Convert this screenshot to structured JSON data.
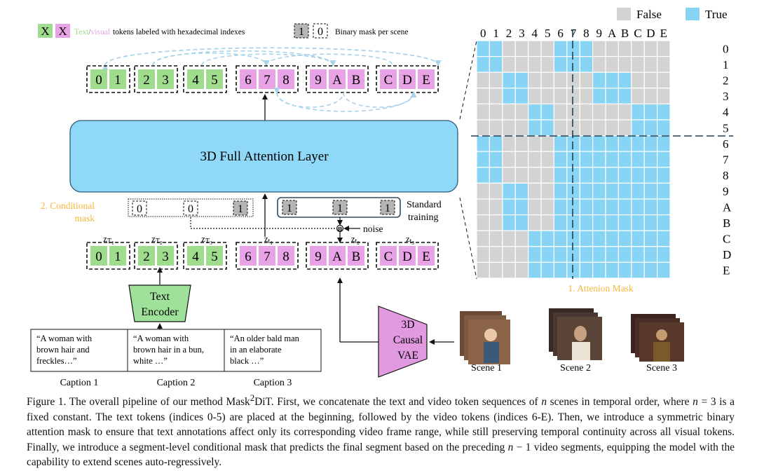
{
  "legend": {
    "text_token_sample": "X",
    "visual_token_sample": "X",
    "text_word": "Text",
    "slash": "/",
    "visual_word": "visual",
    "label_rest": "tokens labeled with hexadecimal indexes",
    "mask_sample_a": "1",
    "mask_sample_b": "0",
    "mask_label": "Binary mask per scene"
  },
  "tokens": {
    "groups": [
      {
        "labels": [
          "0",
          "1"
        ],
        "kind": "text"
      },
      {
        "labels": [
          "2",
          "3"
        ],
        "kind": "text"
      },
      {
        "labels": [
          "4",
          "5"
        ],
        "kind": "text"
      },
      {
        "labels": [
          "6",
          "7",
          "8"
        ],
        "kind": "visual"
      },
      {
        "labels": [
          "9",
          "A",
          "B"
        ],
        "kind": "visual"
      },
      {
        "labels": [
          "C",
          "D",
          "E"
        ],
        "kind": "visual"
      }
    ],
    "z_labels": [
      {
        "base": "z",
        "sub": "T",
        "subsub": "1"
      },
      {
        "base": "z",
        "sub": "T",
        "subsub": "2"
      },
      {
        "base": "z",
        "sub": "T",
        "subsub": "3"
      },
      {
        "base": "z",
        "sub": "t",
        "subsub": "1"
      },
      {
        "base": "z",
        "sub": "t",
        "subsub": "2"
      },
      {
        "base": "z",
        "sub": "t",
        "subsub": "3"
      }
    ]
  },
  "attention_layer": {
    "label": "3D Full Attention Layer"
  },
  "conditional_mask": {
    "label_line1": "2. Conditional",
    "label_line2": "mask",
    "bits": [
      "0",
      "0",
      "1"
    ]
  },
  "standard_training": {
    "label_line1": "Standard",
    "label_line2": "training",
    "bits": [
      "1",
      "1",
      "1"
    ]
  },
  "noise": {
    "label": "noise",
    "symbol": "⊗"
  },
  "text_encoder": {
    "line1": "Text",
    "line2": "Encoder"
  },
  "vae": {
    "line1": "3D",
    "line2": "Causal",
    "line3": "VAE"
  },
  "captions": [
    {
      "lines": [
        "“A woman with",
        "brown hair and",
        "freckles…”"
      ],
      "label": "Caption 1"
    },
    {
      "lines": [
        "“A woman with",
        "brown hair in a bun,",
        "white …”"
      ],
      "label": "Caption 2"
    },
    {
      "lines": [
        "“An older bald man",
        "in an elaborate",
        "black …”"
      ],
      "label": "Caption 3"
    }
  ],
  "scenes": [
    "Scene 1",
    "Scene 2",
    "Scene 3"
  ],
  "matrix": {
    "title": "1. Attenion Mask",
    "legend_false": "False",
    "legend_true": "True",
    "col_labels": [
      "0",
      "1",
      "2",
      "3",
      "4",
      "5",
      "6",
      "7",
      "8",
      "9",
      "A",
      "B",
      "C",
      "D",
      "E"
    ],
    "row_labels": [
      "0",
      "1",
      "2",
      "3",
      "4",
      "5",
      "6",
      "7",
      "8",
      "9",
      "A",
      "B",
      "C",
      "D",
      "E"
    ],
    "true_color": "#87d4f5",
    "false_color": "#d3d3d3",
    "cells": [
      "110000111000000",
      "110000111000000",
      "001100000111000",
      "001100000111000",
      "000011000000111",
      "000011000000111",
      "110000111111111",
      "110000111111111",
      "110000111111111",
      "001100111111111",
      "001100111111111",
      "001100111111111",
      "000011111111111",
      "000011111111111",
      "000011111111111"
    ]
  },
  "colors": {
    "text_token": "#9fdc8e",
    "visual_token": "#e8a3e6",
    "attention_fill": "#8fd8f8",
    "encoder_fill": "#9fe09a",
    "vae_fill": "#e19ae0",
    "orange": "#f6b73c",
    "arc": "#a9d3ea"
  },
  "figure_caption": {
    "prefix": "Figure 1. The overall pipeline of our method Mask",
    "sup": "2",
    "after_sup": "DiT. First, we concatenate the text and video token sequences of ",
    "n1": "n",
    "part2": " scenes in temporal order, where ",
    "n2": "n",
    "part3": " = 3 is a fixed constant.  The text tokens (indices 0-5) are placed at the beginning, followed by the video tokens (indices 6-E). Then, we introduce a symmetric binary attention mask to ensure that text annotations affect only its corresponding video frame range, while still preserving temporal continuity across all visual tokens. Finally, we introduce a segment-level conditional mask that predicts the final segment based on the preceding ",
    "n3": "n",
    "part4": " − 1 video segments, equipping the model with the capability to extend scenes auto-regressively."
  }
}
